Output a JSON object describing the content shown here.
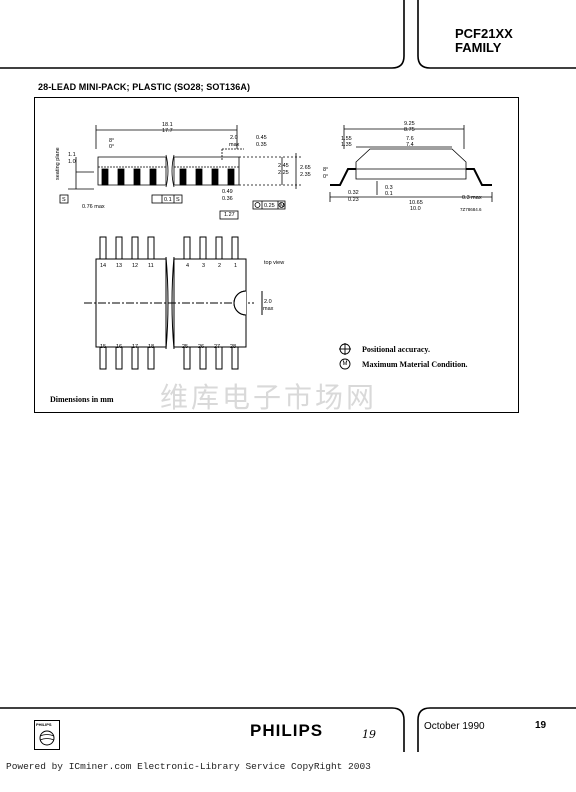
{
  "header": {
    "title_line1": "PCF21XX",
    "title_line2": "FAMILY"
  },
  "section": {
    "title": "28-LEAD MINI-PACK; PLASTIC (SO28; SOT136A)"
  },
  "drawing": {
    "side_view": {
      "length_max": "18.1",
      "length_min": "17.7",
      "angle_max": "8°",
      "angle_min": "0°",
      "seating_plane": "seating plane",
      "lead_height_max": "1.1",
      "lead_height_min": "1.0",
      "lead_offset": "0.76 max",
      "datum_s": "S",
      "flatness": "0.1",
      "flatness_datum": "S",
      "gap_max": "2.0",
      "gap_max_unit": "max",
      "lead_thick_max": "0.45",
      "lead_thick_min": "0.35",
      "body_h_max": "2.45",
      "body_h_min": "2.25",
      "total_h_max": "2.65",
      "total_h_min": "2.35",
      "lead_w_max": "0.49",
      "lead_w_min": "0.36",
      "pitch": "1.27",
      "pos_tol": "0.25",
      "pos_tol_m": "M"
    },
    "end_view": {
      "width_max": "9.25",
      "width_min": "8.75",
      "shoulder_max": "1.55",
      "shoulder_min": "1.35",
      "body_w_max": "7.6",
      "body_w_min": "7.4",
      "angle_max": "8°",
      "angle_min": "0°",
      "foot_max": "0.32",
      "foot_min": "0.23",
      "standoff_max": "0.3",
      "standoff_min": "0.1",
      "span_max": "10.65",
      "span_min": "10.0",
      "lead_len": "0.3 max",
      "drawing_code": "7Z78684.6"
    },
    "top_view": {
      "label": "top view",
      "top_pins_left": [
        "14",
        "13",
        "12",
        "11"
      ],
      "top_pins_right": [
        "4",
        "3",
        "2",
        "1"
      ],
      "bottom_pins_left": [
        "15",
        "16",
        "17",
        "18"
      ],
      "bottom_pins_right": [
        "25",
        "26",
        "27",
        "28"
      ],
      "notch_dim": "2.0",
      "notch_unit": "max"
    },
    "legend": {
      "positional": "Positional accuracy.",
      "mmc_symbol": "M",
      "mmc": "Maximum Material Condition."
    },
    "dimensions_note": "Dimensions in mm",
    "watermark": "维库电子市场网"
  },
  "footer": {
    "logo_text": "PHILIPS",
    "brand": "PHILIPS",
    "handwritten": "19",
    "date": "October 1990",
    "page": "19"
  },
  "powered_by": "Powered by ICminer.com Electronic-Library Service CopyRight 2003"
}
